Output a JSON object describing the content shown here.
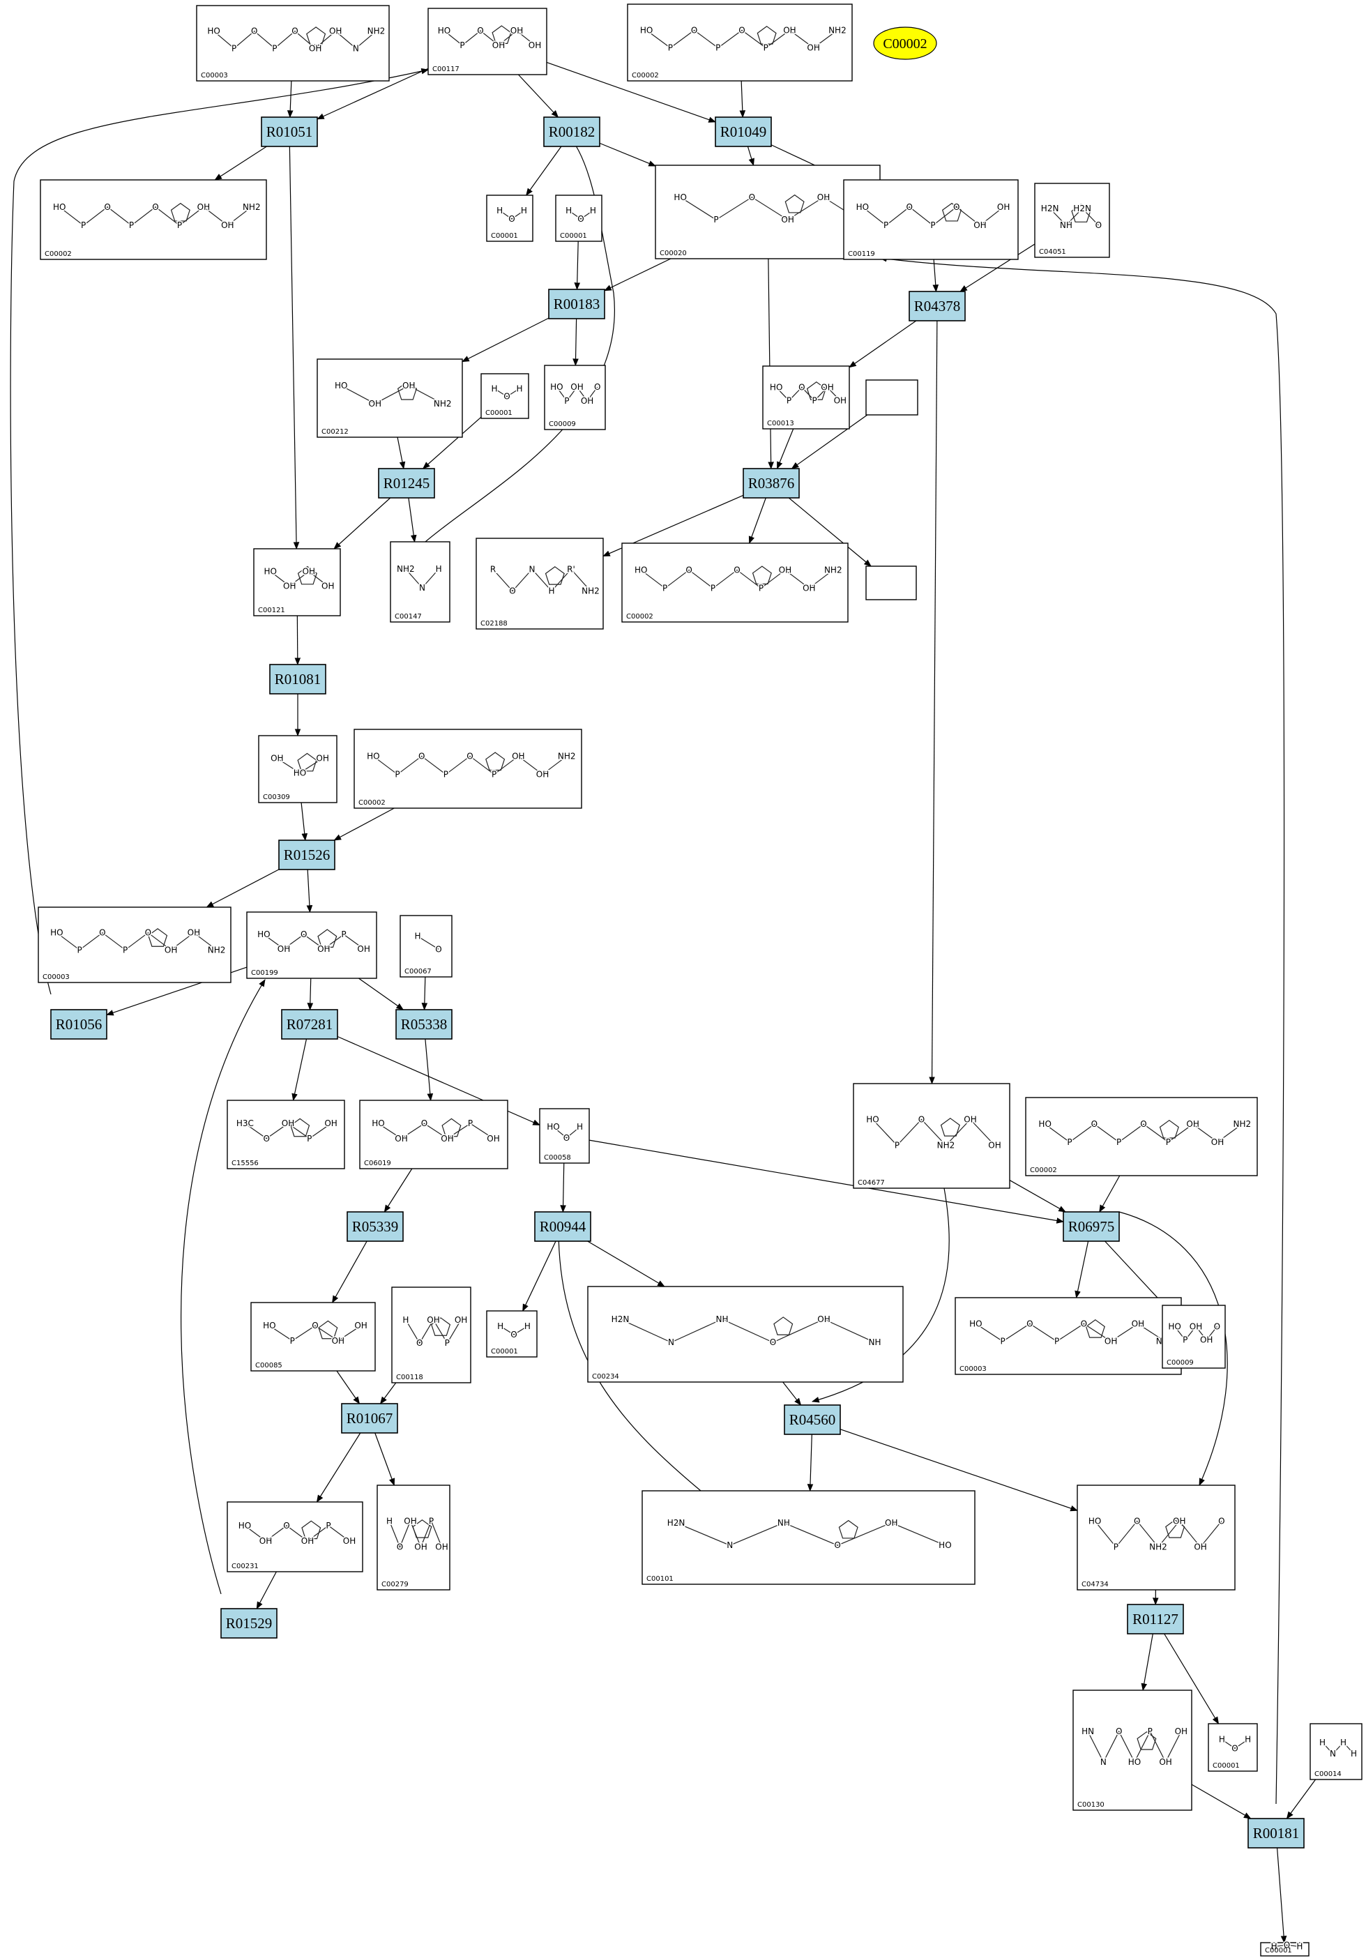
{
  "highlight": {
    "label": "C00002",
    "color": "#ffff00"
  },
  "reaction_color": "#add8e6",
  "reactions": [
    {
      "id": "R01051",
      "label": "R01051"
    },
    {
      "id": "R00182",
      "label": "R00182"
    },
    {
      "id": "R01049",
      "label": "R01049"
    },
    {
      "id": "R00183",
      "label": "R00183"
    },
    {
      "id": "R04378",
      "label": "R04378"
    },
    {
      "id": "R01245",
      "label": "R01245"
    },
    {
      "id": "R03876",
      "label": "R03876"
    },
    {
      "id": "R01081",
      "label": "R01081"
    },
    {
      "id": "R01526",
      "label": "R01526"
    },
    {
      "id": "R01056",
      "label": "R01056"
    },
    {
      "id": "R07281",
      "label": "R07281"
    },
    {
      "id": "R05338",
      "label": "R05338"
    },
    {
      "id": "R05339",
      "label": "R05339"
    },
    {
      "id": "R00944",
      "label": "R00944"
    },
    {
      "id": "R06975",
      "label": "R06975"
    },
    {
      "id": "R01067",
      "label": "R01067"
    },
    {
      "id": "R04560",
      "label": "R04560"
    },
    {
      "id": "R01529",
      "label": "R01529"
    },
    {
      "id": "R01127",
      "label": "R01127"
    },
    {
      "id": "R00181",
      "label": "R00181"
    }
  ],
  "compounds": [
    {
      "key": "a",
      "label": "C00003",
      "atoms": [
        "HO",
        "P",
        "O",
        "P",
        "O",
        "OH",
        "OH",
        "N",
        "NH2"
      ]
    },
    {
      "key": "b",
      "label": "C00117",
      "atoms": [
        "HO",
        "P",
        "O",
        "OH",
        "OH",
        "OH"
      ]
    },
    {
      "key": "c",
      "label": "C00002",
      "atoms": [
        "HO",
        "P",
        "O",
        "P",
        "O",
        "P",
        "OH",
        "OH",
        "NH2"
      ]
    },
    {
      "key": "d",
      "label": "C00002",
      "atoms": [
        "HO",
        "P",
        "O",
        "P",
        "O",
        "P",
        "OH",
        "OH",
        "NH2"
      ]
    },
    {
      "key": "e",
      "label": "C00001",
      "atoms": [
        "H",
        "O",
        "H"
      ]
    },
    {
      "key": "f",
      "label": "C00001",
      "atoms": [
        "H",
        "O",
        "H"
      ]
    },
    {
      "key": "g",
      "label": "C00020",
      "atoms": [
        "HO",
        "P",
        "O",
        "OH",
        "OH",
        "NH2"
      ]
    },
    {
      "key": "h",
      "label": "C00119",
      "atoms": [
        "HO",
        "P",
        "O",
        "P",
        "O",
        "OH",
        "OH"
      ]
    },
    {
      "key": "i",
      "label": "C04051",
      "atoms": [
        "H2N",
        "NH",
        "H2N",
        "O"
      ]
    },
    {
      "key": "j",
      "label": "C00212",
      "atoms": [
        "HO",
        "OH",
        "OH",
        "NH2"
      ]
    },
    {
      "key": "k",
      "label": "C00009",
      "atoms": [
        "HO",
        "P",
        "OH",
        "OH",
        "O"
      ]
    },
    {
      "key": "l",
      "label": "C00001",
      "atoms": [
        "H",
        "O",
        "H"
      ]
    },
    {
      "key": "m",
      "label": "C00013",
      "atoms": [
        "HO",
        "P",
        "O",
        "P",
        "OH",
        "OH"
      ]
    },
    {
      "key": "n",
      "label": "",
      "atoms": []
    },
    {
      "key": "o",
      "label": "C00121",
      "atoms": [
        "HO",
        "OH",
        "OH",
        "OH"
      ]
    },
    {
      "key": "p",
      "label": "C00147",
      "atoms": [
        "NH2",
        "N",
        "H"
      ]
    },
    {
      "key": "q",
      "label": "C02188",
      "atoms": [
        "R",
        "O",
        "N",
        "H",
        "R'",
        "NH2"
      ]
    },
    {
      "key": "r",
      "label": "C00002",
      "atoms": [
        "HO",
        "P",
        "O",
        "P",
        "O",
        "P",
        "OH",
        "OH",
        "NH2"
      ]
    },
    {
      "key": "s",
      "label": "",
      "atoms": []
    },
    {
      "key": "t",
      "label": "C00309",
      "atoms": [
        "OH",
        "HO",
        "OH"
      ]
    },
    {
      "key": "u",
      "label": "C00002",
      "atoms": [
        "HO",
        "P",
        "O",
        "P",
        "O",
        "P",
        "OH",
        "OH",
        "NH2"
      ]
    },
    {
      "key": "v",
      "label": "C00003",
      "atoms": [
        "HO",
        "P",
        "O",
        "P",
        "O",
        "OH",
        "OH",
        "NH2"
      ]
    },
    {
      "key": "w",
      "label": "C00199",
      "atoms": [
        "HO",
        "OH",
        "O",
        "OH",
        "P",
        "OH"
      ]
    },
    {
      "key": "x",
      "label": "C00067",
      "atoms": [
        "H",
        "O"
      ]
    },
    {
      "key": "y",
      "label": "C15556",
      "atoms": [
        "H3C",
        "O",
        "OH",
        "P",
        "OH"
      ]
    },
    {
      "key": "z",
      "label": "C06019",
      "atoms": [
        "HO",
        "OH",
        "O",
        "OH",
        "P",
        "OH"
      ]
    },
    {
      "key": "aa",
      "label": "C00058",
      "atoms": [
        "HO",
        "O",
        "H"
      ]
    },
    {
      "key": "ab",
      "label": "C04677",
      "atoms": [
        "HO",
        "P",
        "O",
        "NH2",
        "OH",
        "OH"
      ]
    },
    {
      "key": "ac",
      "label": "C00002",
      "atoms": [
        "HO",
        "P",
        "O",
        "P",
        "O",
        "P",
        "OH",
        "OH",
        "NH2"
      ]
    },
    {
      "key": "ad",
      "label": "C00085",
      "atoms": [
        "HO",
        "P",
        "O",
        "OH",
        "OH"
      ]
    },
    {
      "key": "ae",
      "label": "C00118",
      "atoms": [
        "H",
        "O",
        "OH",
        "P",
        "OH"
      ]
    },
    {
      "key": "af",
      "label": "C00001",
      "atoms": [
        "H",
        "O",
        "H"
      ]
    },
    {
      "key": "ag",
      "label": "C00234",
      "atoms": [
        "H2N",
        "N",
        "NH",
        "O",
        "OH",
        "NH"
      ]
    },
    {
      "key": "ah",
      "label": "C00003",
      "atoms": [
        "HO",
        "P",
        "O",
        "P",
        "O",
        "OH",
        "OH",
        "NH2"
      ]
    },
    {
      "key": "ai",
      "label": "C00009",
      "atoms": [
        "HO",
        "P",
        "OH",
        "OH",
        "O"
      ]
    },
    {
      "key": "aj",
      "label": "C00231",
      "atoms": [
        "HO",
        "OH",
        "O",
        "OH",
        "P",
        "OH"
      ]
    },
    {
      "key": "ak",
      "label": "C00279",
      "atoms": [
        "H",
        "O",
        "OH",
        "OH",
        "P",
        "OH"
      ]
    },
    {
      "key": "al",
      "label": "C00101",
      "atoms": [
        "H2N",
        "N",
        "NH",
        "O",
        "OH",
        "HO"
      ]
    },
    {
      "key": "am",
      "label": "C04734",
      "atoms": [
        "HO",
        "P",
        "O",
        "NH2",
        "OH",
        "OH",
        "O"
      ]
    },
    {
      "key": "an",
      "label": "C00130",
      "atoms": [
        "HN",
        "N",
        "O",
        "HO",
        "P",
        "OH",
        "OH"
      ]
    },
    {
      "key": "ao",
      "label": "C00001",
      "atoms": [
        "H",
        "O",
        "H"
      ]
    },
    {
      "key": "ap",
      "label": "C00014",
      "atoms": [
        "H",
        "N",
        "H",
        "H"
      ]
    },
    {
      "key": "aq",
      "label": "C00001",
      "atoms": [
        "H",
        "O",
        "H"
      ]
    }
  ]
}
